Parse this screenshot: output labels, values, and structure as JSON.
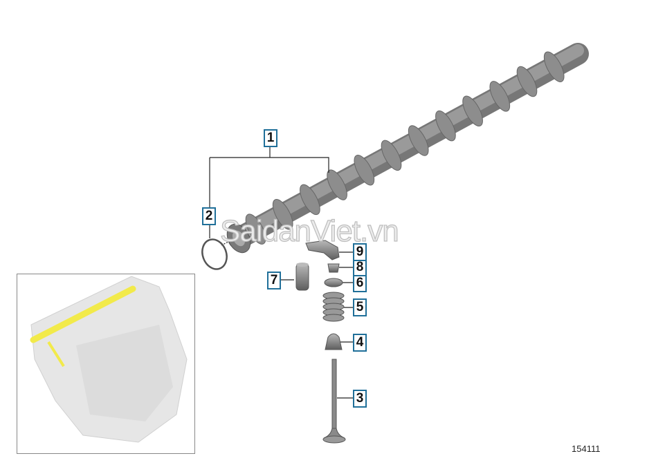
{
  "diagram": {
    "callouts": [
      {
        "id": "1",
        "part": "camshaft"
      },
      {
        "id": "2",
        "part": "o-ring"
      },
      {
        "id": "3",
        "part": "valve"
      },
      {
        "id": "4",
        "part": "valve-stem-seal"
      },
      {
        "id": "5",
        "part": "valve-spring"
      },
      {
        "id": "6",
        "part": "spring-seat"
      },
      {
        "id": "7",
        "part": "hydraulic-lifter"
      },
      {
        "id": "8",
        "part": "valve-cotter"
      },
      {
        "id": "9",
        "part": "rocker-arm"
      }
    ],
    "figure_number": "154111",
    "watermark": "SaidanViet.vn",
    "colors": {
      "callout_border": "#1f6f99",
      "highlight": "#f2ea4a",
      "part_grey": "#8a8a8a"
    }
  }
}
